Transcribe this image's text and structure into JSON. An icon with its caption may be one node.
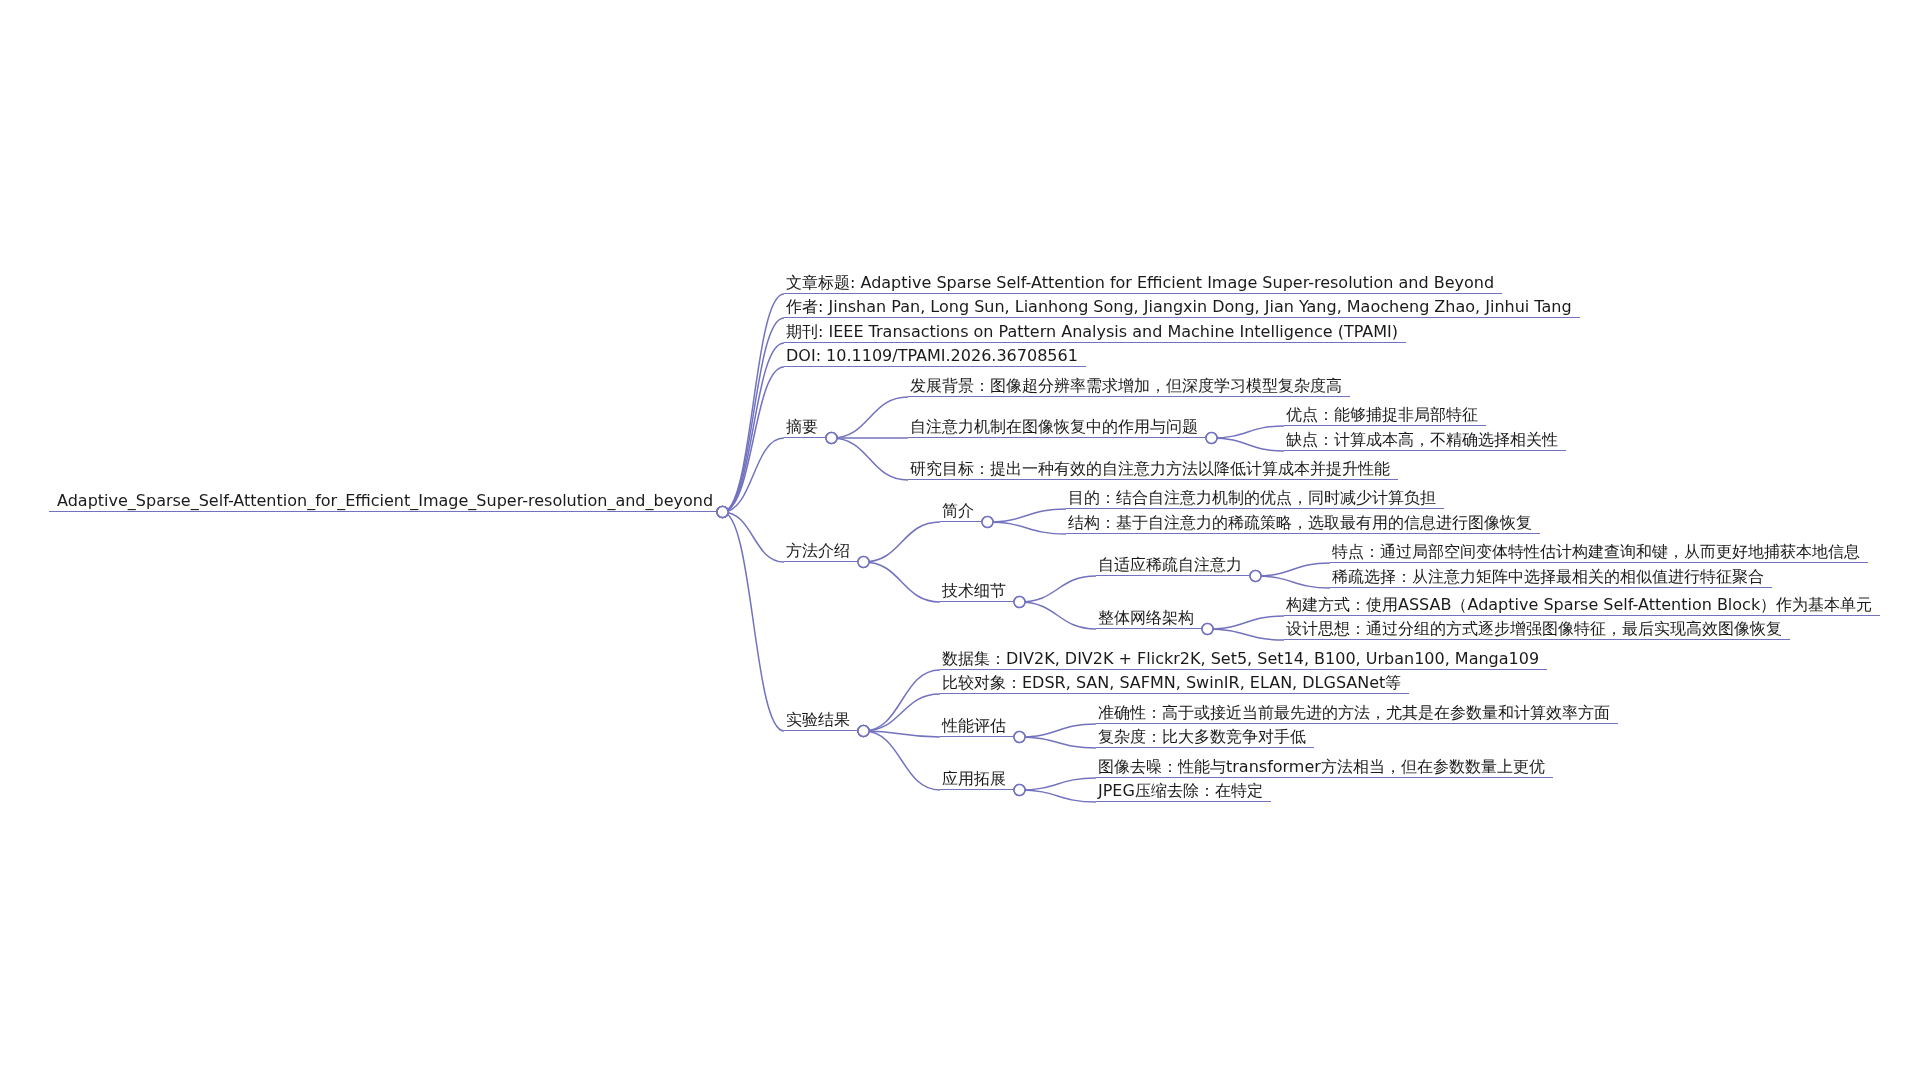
{
  "diagram": {
    "nodes": [
      {
        "text": [
          "Adaptive_Sparse_Self-Attention_for_Efficient_Image_Super-resolution_and_beyond"
        ]
      },
      {
        "text": [
          "文章标题: Adaptive Sparse Self-Attention for Efficient Image Super-resolution and Beyond"
        ]
      },
      {
        "text": [
          "作者: Jinshan Pan, Long Sun, Lianhong Song, Jiangxin Dong, Jian Yang, Maocheng Zhao, Jinhui Tang"
        ]
      },
      {
        "text": [
          "期刊: IEEE Transactions on Pattern Analysis and Machine Intelligence (TPAMI)"
        ]
      },
      {
        "text": [
          "DOI: 10.1109/TPAMI.2026.36708561"
        ]
      },
      {
        "text": [
          "摘要"
        ]
      },
      {
        "text": [
          "发展背景：图像超分辨率需求增加，但深度学习模型复杂度高"
        ]
      },
      {
        "text": [
          "自注意力机制在图像恢复中的作用与问题"
        ]
      },
      {
        "text": [
          "优点：能够捕捉非局部特征"
        ]
      },
      {
        "text": [
          "缺点：计算成本高，不精确选择相关性"
        ]
      },
      {
        "text": [
          "研究目标：提出一种有效的自注意力方法以降低计算成本并提升性能"
        ]
      },
      {
        "text": [
          "方法介绍"
        ]
      },
      {
        "text": [
          "简介"
        ]
      },
      {
        "text": [
          "目的：结合自注意力机制的优点，同时减少计算负担"
        ]
      },
      {
        "text": [
          "结构：基于自注意力的稀疏策略，选取最有用的信息进行图像恢复"
        ]
      },
      {
        "text": [
          "技术细节"
        ]
      },
      {
        "text": [
          "自适应稀疏自注意力"
        ]
      },
      {
        "text": [
          "特点：通过局部空间变体特性估计构建查询和键，从而更好地捕获本地信息"
        ]
      },
      {
        "text": [
          "稀疏选择：从注意力矩阵中选择最相关的相似值进行特征聚合"
        ]
      },
      {
        "text": [
          "整体网络架构"
        ]
      },
      {
        "text": [
          "构建方式：使用ASSAB（Adaptive Sparse Self-Attention Block）作为基本单元"
        ]
      },
      {
        "text": [
          "设计思想：通过分组的方式逐步增强图像特征，最后实现高效图像恢复"
        ]
      },
      {
        "text": [
          "实验结果"
        ]
      },
      {
        "text": [
          "数据集：DIV2K, DIV2K + Flickr2K, Set5, Set14, B100, Urban100, Manga109"
        ]
      },
      {
        "text": [
          "比较对象：EDSR, SAN, SAFMN, SwinIR, ELAN, DLGSANet等"
        ]
      },
      {
        "text": [
          "性能评估"
        ]
      },
      {
        "text": [
          "准确性：高于或接近当前最先进的方法，尤其是在参数量和计算效率方面"
        ]
      },
      {
        "text": [
          "复杂度：比大多数竞争对手低"
        ]
      },
      {
        "text": [
          "应用拓展"
        ]
      },
      {
        "text": [
          "图像去噪：性能与transformer方法相当，但在参数数量上更优"
        ]
      },
      {
        "text": [
          "JPEG压缩去除：在特定"
        ]
      }
    ],
    "edges": [
      {
        "from": 0,
        "to": 1,
        "arrow": "other"
      },
      {
        "from": 0,
        "to": 2,
        "arrow": "other"
      },
      {
        "from": 0,
        "to": 3,
        "arrow": "other"
      },
      {
        "from": 0,
        "to": 4,
        "arrow": "other"
      },
      {
        "from": 0,
        "to": 5,
        "arrow": "other"
      },
      {
        "from": 5,
        "to": 6,
        "arrow": "other"
      },
      {
        "from": 5,
        "to": 7,
        "arrow": "other"
      },
      {
        "from": 7,
        "to": 8,
        "arrow": "other"
      },
      {
        "from": 7,
        "to": 9,
        "arrow": "other"
      },
      {
        "from": 5,
        "to": 10,
        "arrow": "other"
      },
      {
        "from": 0,
        "to": 11,
        "arrow": "other"
      },
      {
        "from": 11,
        "to": 12,
        "arrow": "other"
      },
      {
        "from": 12,
        "to": 13,
        "arrow": "other"
      },
      {
        "from": 12,
        "to": 14,
        "arrow": "other"
      },
      {
        "from": 11,
        "to": 15,
        "arrow": "other"
      },
      {
        "from": 15,
        "to": 16,
        "arrow": "other"
      },
      {
        "from": 16,
        "to": 17,
        "arrow": "other"
      },
      {
        "from": 16,
        "to": 18,
        "arrow": "other"
      },
      {
        "from": 15,
        "to": 19,
        "arrow": "other"
      },
      {
        "from": 19,
        "to": 20,
        "arrow": "other"
      },
      {
        "from": 19,
        "to": 21,
        "arrow": "other"
      },
      {
        "from": 0,
        "to": 22,
        "arrow": "other"
      },
      {
        "from": 22,
        "to": 23,
        "arrow": "other"
      },
      {
        "from": 22,
        "to": 24,
        "arrow": "other"
      },
      {
        "from": 22,
        "to": 25,
        "arrow": "other"
      },
      {
        "from": 25,
        "to": 26,
        "arrow": "other"
      },
      {
        "from": 25,
        "to": 27,
        "arrow": "other"
      },
      {
        "from": 22,
        "to": 28,
        "arrow": "other"
      },
      {
        "from": 28,
        "to": 29,
        "arrow": "other"
      },
      {
        "from": 28,
        "to": 30,
        "arrow": "other"
      }
    ]
  }
}
